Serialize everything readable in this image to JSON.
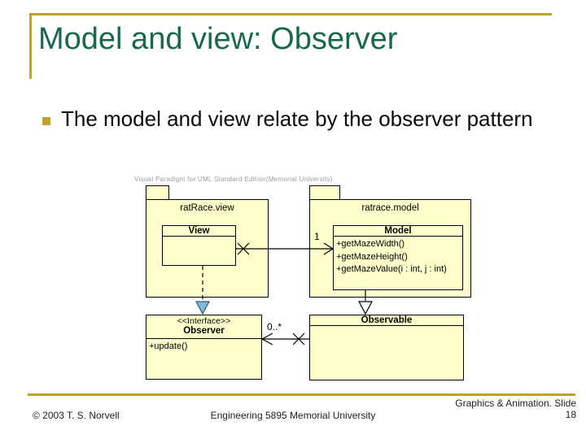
{
  "slide": {
    "title": "Model and view: Observer",
    "bullet_text": "The model and view relate by the observer pattern",
    "accent_gold": "#BFA227",
    "title_green": "#17694B"
  },
  "diagram": {
    "watermark": "Visual Paradigm for UML Standard Edition(Memorial University)",
    "fill_color": "#FFFFCC",
    "packages": {
      "view_pkg": {
        "name": "ratRace.view"
      },
      "model_pkg": {
        "name": "ratrace.model"
      }
    },
    "classes": {
      "view": {
        "name": "View"
      },
      "model": {
        "name": "Model",
        "methods": [
          "+getMazeWidth()",
          "+getMazeHeight()",
          "+getMazeValue(i : int, j : int)"
        ]
      },
      "observer": {
        "stereotype": "<<Interface>>",
        "name": "Observer",
        "methods": [
          "+update()"
        ]
      },
      "observable": {
        "name": "Observable"
      }
    },
    "labels": {
      "view_model_multiplicity": "1",
      "observable_observer_multiplicity": "0..*"
    }
  },
  "footer": {
    "copyright": "© 2003 T. S. Norvell",
    "center": "Engineering 5895 Memorial University",
    "right_line1": "Graphics & Animation. Slide",
    "right_line2": "18"
  }
}
